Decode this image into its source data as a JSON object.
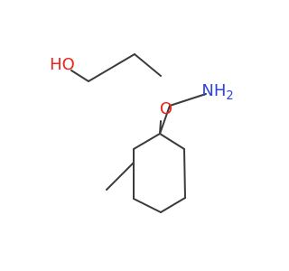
{
  "molecule": {
    "atoms": {
      "hydroxyl": {
        "element": "O",
        "label": "HO",
        "color": "#e8281d"
      },
      "ether": {
        "element": "O",
        "label": "O",
        "color": "#e8281d"
      },
      "amine": {
        "element": "N",
        "label": "NH",
        "subscript": "2",
        "color": "#2f45d8"
      }
    },
    "bond_color": "#3b3b3b"
  }
}
